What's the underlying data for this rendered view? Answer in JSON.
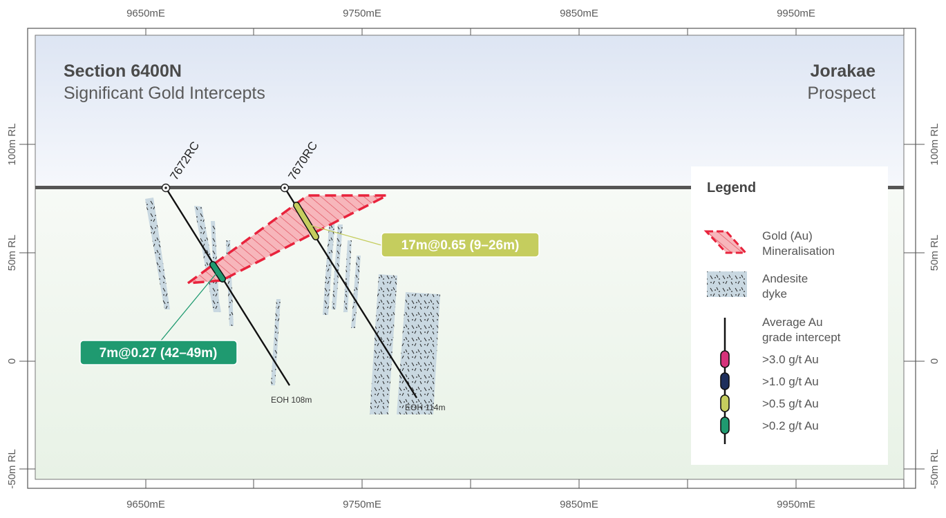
{
  "title": {
    "section": "Section 6400N",
    "subtitle": "Significant Gold Intercepts",
    "prospect_name": "Jorakae",
    "prospect_label": "Prospect"
  },
  "axes": {
    "easting_labels": [
      "9650mE",
      "9750mE",
      "9850mE",
      "9950mE"
    ],
    "rl_labels": [
      "100m RL",
      "50m RL",
      "0",
      "-50m RL"
    ]
  },
  "holes": [
    {
      "id": "7672RC",
      "eoh": "EOH 108m"
    },
    {
      "id": "7670RC",
      "eoh": "EOH 114m"
    }
  ],
  "intercepts": [
    {
      "label": "7m@0.27 (42–49m)",
      "color": "#1f9a70"
    },
    {
      "label": "17m@0.65 (9–26m)",
      "color": "#c5cd5e"
    }
  ],
  "legend": {
    "heading": "Legend",
    "gold_line1": "Gold (Au)",
    "gold_line2": "Mineralisation",
    "andesite_line1": "Andesite",
    "andesite_line2": "dyke",
    "grade_line1": "Average Au",
    "grade_line2": "grade intercept",
    "grades": [
      {
        "label": ">3.0 g/t Au",
        "color": "#d5327a"
      },
      {
        "label": ">1.0 g/t Au",
        "color": "#1e2f5c"
      },
      {
        "label": ">0.5 g/t Au",
        "color": "#c5cd5e"
      },
      {
        "label": ">0.2 g/t Au",
        "color": "#1f9a70"
      }
    ]
  },
  "colors": {
    "sky_top": "#dfe6f4",
    "ground": "#eaf3e8",
    "mineral_fill": "#f4a1a8",
    "mineral_edge": "#e8233c",
    "dyke": "#c7d6df"
  }
}
